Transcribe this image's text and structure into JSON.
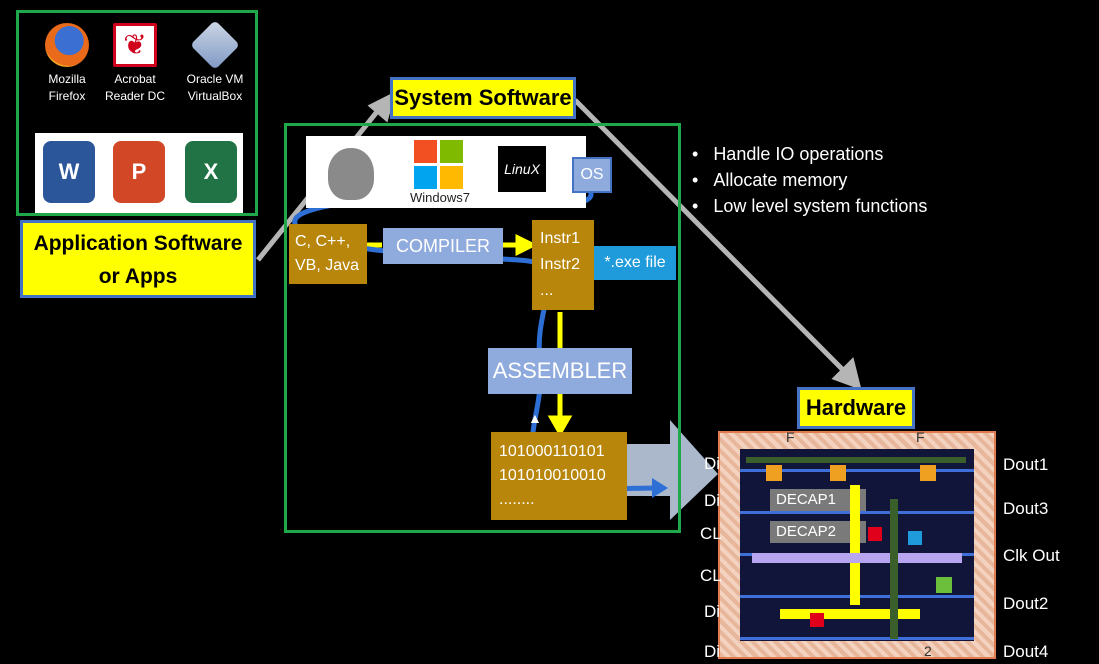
{
  "apps": [
    {
      "name": "firefox-app",
      "line1": "Mozilla",
      "line2": "Firefox"
    },
    {
      "name": "acrobat-app",
      "line1": "Acrobat",
      "line2": "Reader DC"
    },
    {
      "name": "virtualbox-app",
      "line1": "Oracle VM",
      "line2": "VirtualBox"
    }
  ],
  "office": [
    "W",
    "P",
    "X"
  ],
  "app_software": {
    "line1": "Application Software",
    "line2": "or Apps"
  },
  "system_software": "System Software",
  "hardware": "Hardware",
  "os_logos": {
    "windows": "Windows7",
    "linux": "LinuX"
  },
  "os_box": "OS",
  "source_langs": {
    "line1": "C, C++,",
    "line2": "VB, Java"
  },
  "compiler": "COMPILER",
  "instr": {
    "line1": "Instr1",
    "line2": "Instr2",
    "line3": "..."
  },
  "exe": "*.exe file",
  "assembler": "ASSEMBLER",
  "binary": {
    "line1": "101000110101",
    "line2": "101010010010",
    "line3": "........"
  },
  "bullets": [
    "Handle IO operations",
    "Allocate memory",
    "Low level system functions"
  ],
  "chip": {
    "left_pins": [
      "Di",
      "Di",
      "CL",
      "CL",
      "Di",
      "Di"
    ],
    "right_pins": [
      "Dout1",
      "Dout3",
      "Clk Out",
      "Dout2",
      "Dout4"
    ],
    "top_labels": [
      "F",
      "F"
    ],
    "decap1": "DECAP1",
    "decap2": "DECAP2",
    "bottom_label": "2"
  }
}
